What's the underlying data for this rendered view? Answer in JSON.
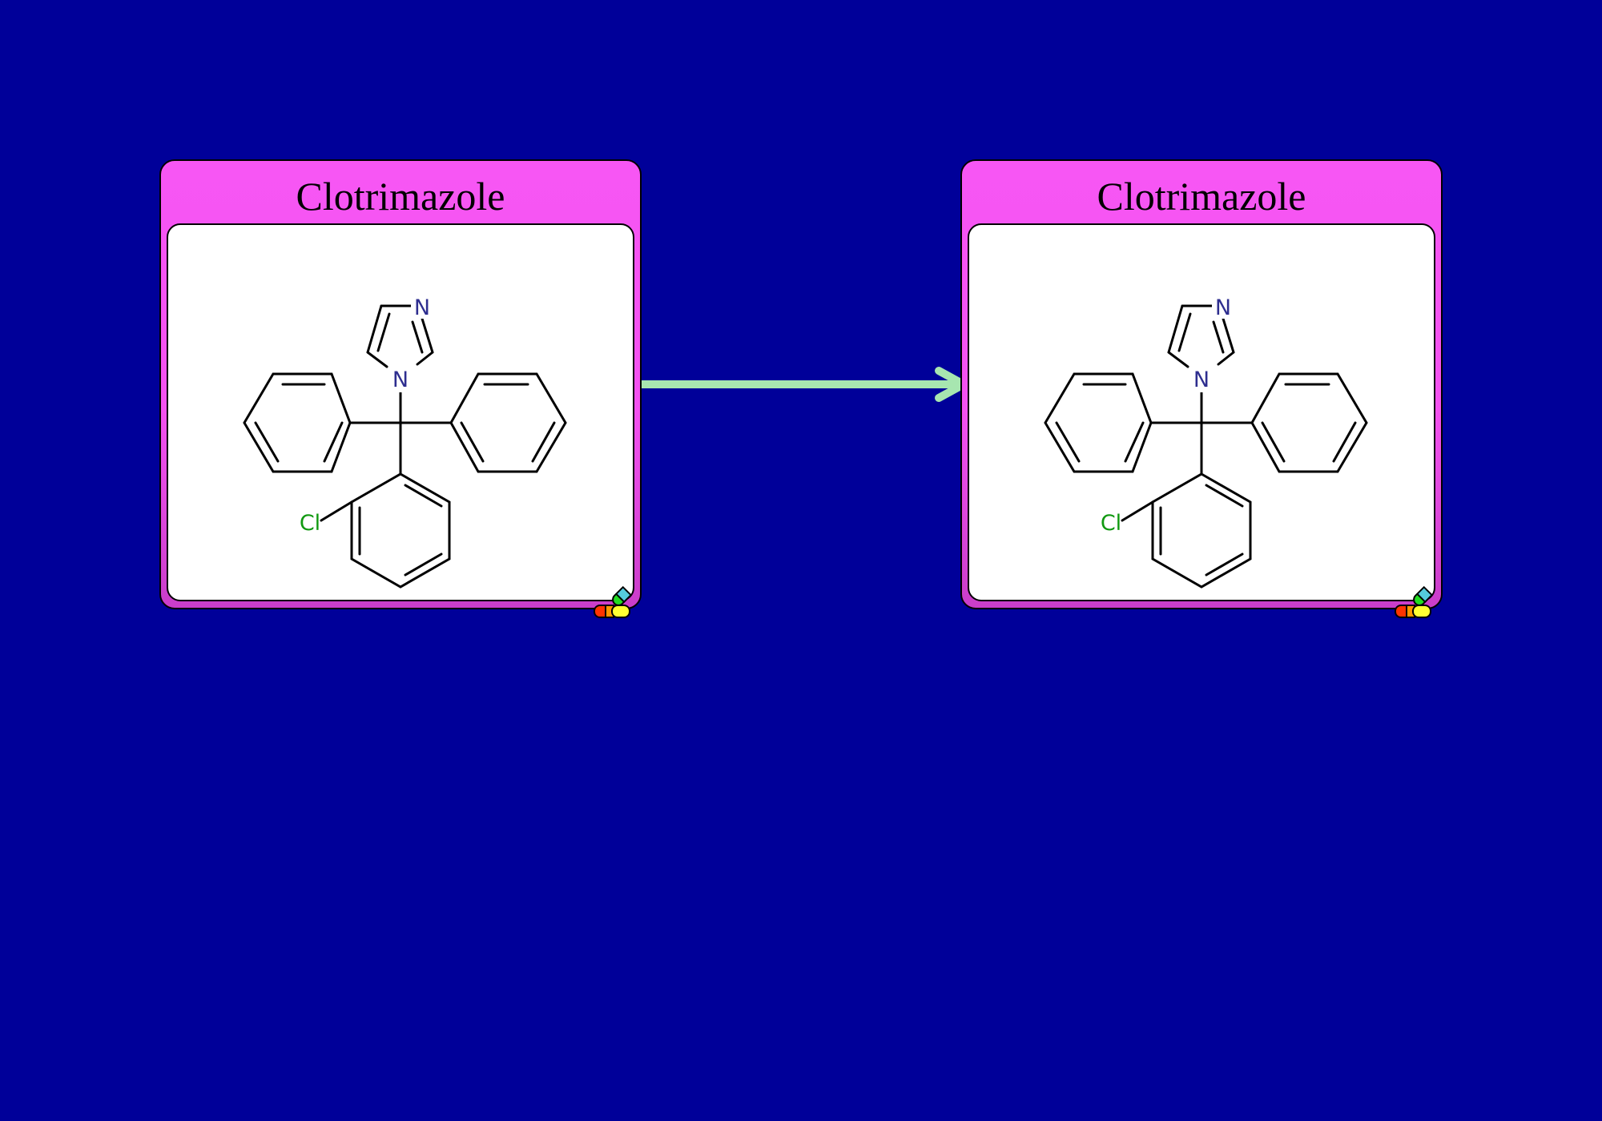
{
  "colors": {
    "background": "#000099",
    "card_header": "#F756F4",
    "card_border": "#000000",
    "molecule_panel": "#FFFFFF",
    "arrow": "#A7E6B0",
    "bond": "#000000",
    "nitrogen": "#2E2E8F",
    "chlorine": "#119911",
    "pill_red": "#FF3300",
    "pill_orange": "#FF9900",
    "pill_yellow": "#FFFF33",
    "pill_green": "#22DD22",
    "pill_cyan": "#55CCDD"
  },
  "reaction": {
    "reactant": {
      "name": "Clotrimazole",
      "atoms": {
        "n_top": "N",
        "n_bottom": "N",
        "cl": "Cl"
      },
      "icon": "drug-pill-icon"
    },
    "product": {
      "name": "Clotrimazole",
      "atoms": {
        "n_top": "N",
        "n_bottom": "N",
        "cl": "Cl"
      },
      "icon": "drug-pill-icon"
    },
    "arrow_icon": "arrow-right-icon"
  }
}
